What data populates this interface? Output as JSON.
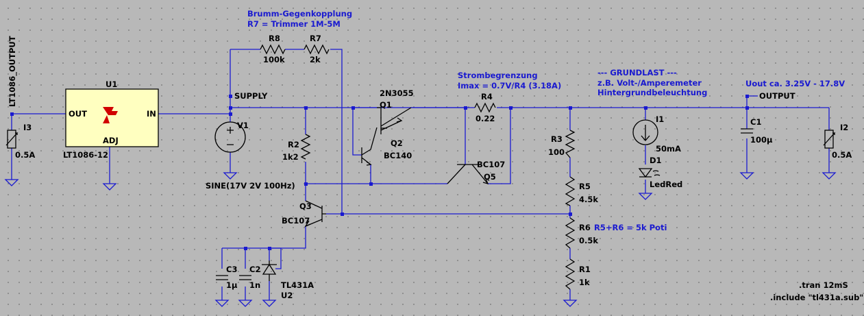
{
  "annotations": {
    "feedback_title": "Brumm-Gegenkopplung",
    "feedback_note": "R7 = Trimmer 1M-5M",
    "current_limit_title": "Strombegrenzung",
    "current_limit_formula": "Imax = 0.7V/R4 (3.18A)",
    "base_load_title": "---  GRUNDLAST  ---",
    "base_load_note1": "z.B. Volt-/Amperemeter",
    "base_load_note2": "Hintergrundbeleuchtung",
    "uout_range": "Uout ca. 3.25V - 17.8V",
    "r5r6_note": "R5+R6 = 5k Poti"
  },
  "nets": {
    "lt_output": "LT1086_OUTPUT",
    "supply": "SUPPLY",
    "output": "OUTPUT"
  },
  "parts": {
    "u1": {
      "ref": "U1",
      "type": "LT1086-12",
      "pin_out": "OUT",
      "pin_in": "IN",
      "pin_adj": "ADJ",
      "logo": "LT"
    },
    "i3": {
      "ref": "I3",
      "value": "0.5A"
    },
    "i2": {
      "ref": "I2",
      "value": "0.5A"
    },
    "v1": {
      "ref": "V1",
      "value": "SINE(17V 2V 100Hz)"
    },
    "r8": {
      "ref": "R8",
      "value": "100k"
    },
    "r7": {
      "ref": "R7",
      "value": "2k"
    },
    "r2": {
      "ref": "R2",
      "value": "1k2"
    },
    "q1": {
      "ref": "Q1",
      "type": "2N3055"
    },
    "q2": {
      "ref": "Q2",
      "type": "BC140"
    },
    "q3": {
      "ref": "Q3",
      "type": "BC107"
    },
    "q5": {
      "ref": "Q5",
      "type": "BC107"
    },
    "r4": {
      "ref": "R4",
      "value": "0.22"
    },
    "r3": {
      "ref": "R3",
      "value": "100"
    },
    "r5": {
      "ref": "R5",
      "value": "4.5k"
    },
    "r6": {
      "ref": "R6",
      "value": "0.5k"
    },
    "r1": {
      "ref": "R1",
      "value": "1k"
    },
    "i1": {
      "ref": "I1",
      "value": "50mA"
    },
    "d1": {
      "ref": "D1",
      "value": "LedRed"
    },
    "c1": {
      "ref": "C1",
      "value": "100µ"
    },
    "c2": {
      "ref": "C2",
      "value": "1n"
    },
    "c3": {
      "ref": "C3",
      "value": "1µ"
    },
    "u2": {
      "ref": "U2",
      "type": "TL431A"
    }
  },
  "directives": {
    "tran": ".tran 12mS",
    "include": ".include \"tl431a.sub\""
  }
}
